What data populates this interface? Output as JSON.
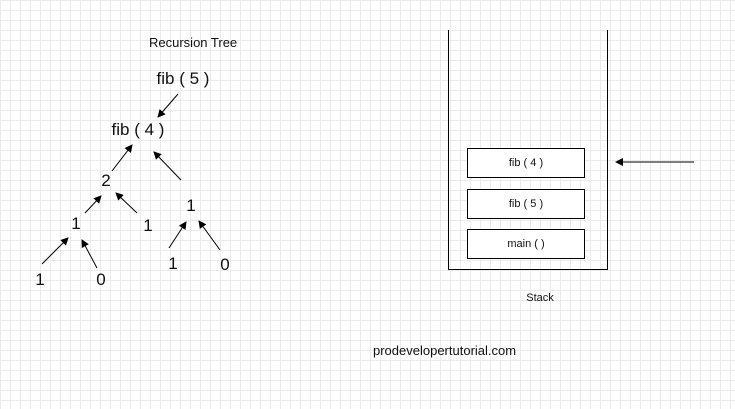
{
  "tree": {
    "title": "Recursion Tree",
    "nodes": {
      "root": "fib ( 5 )",
      "fib4": "fib ( 4 )",
      "two": "2",
      "one_left": "1",
      "one_right_top": "1",
      "one_mid": "1",
      "leaf_1": "1",
      "leaf_0": "0",
      "leaf_1b": "1",
      "leaf_0b": "0"
    }
  },
  "stack": {
    "label": "Stack",
    "frames": [
      "fib ( 4 )",
      "fib ( 5 )",
      "main ( )"
    ]
  },
  "watermark": "prodevelopertutorial.com"
}
